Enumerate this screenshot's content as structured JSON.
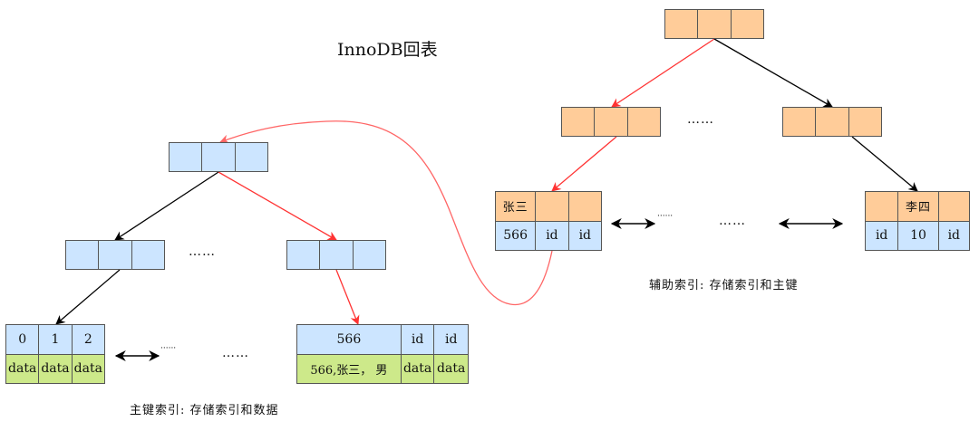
{
  "title": "InnoDB回表",
  "colors": {
    "blue_node": "#cce5ff",
    "orange_node": "#ffcc99",
    "green_data": "#cde98a",
    "border": "#555555",
    "red_path": "#ff4444",
    "black_edge": "#000000"
  },
  "clustered_index": {
    "caption": "主键索引: 存储索引和数据",
    "root": {
      "cells": [
        "",
        "",
        ""
      ]
    },
    "level2_left": {
      "cells": [
        "",
        "",
        ""
      ]
    },
    "level2_right": {
      "cells": [
        "",
        "",
        ""
      ]
    },
    "level2_ellipsis": "……",
    "leaf_left": {
      "keys": [
        "0",
        "1",
        "2"
      ],
      "data": [
        "data",
        "data",
        "data"
      ]
    },
    "leaf_right": {
      "keys": [
        "566",
        "id",
        "id"
      ],
      "data": [
        "566,张三，  男",
        "data",
        "data"
      ]
    },
    "leaf_ellipsis_small": "······",
    "leaf_ellipsis": "……"
  },
  "secondary_index": {
    "caption": "辅助索引: 存储索引和主键",
    "root": {
      "cells": [
        "",
        "",
        ""
      ]
    },
    "level2_left": {
      "cells": [
        "",
        "",
        ""
      ]
    },
    "level2_right": {
      "cells": [
        "",
        "",
        ""
      ]
    },
    "level2_ellipsis": "……",
    "leaf_left": {
      "keys": [
        "张三",
        "",
        ""
      ],
      "pks": [
        "566",
        "id",
        "id"
      ]
    },
    "leaf_right": {
      "keys": [
        "",
        "李四",
        ""
      ],
      "pks": [
        "id",
        "10",
        "id"
      ]
    },
    "leaf_ellipsis_small": "······",
    "leaf_ellipsis": "……"
  }
}
